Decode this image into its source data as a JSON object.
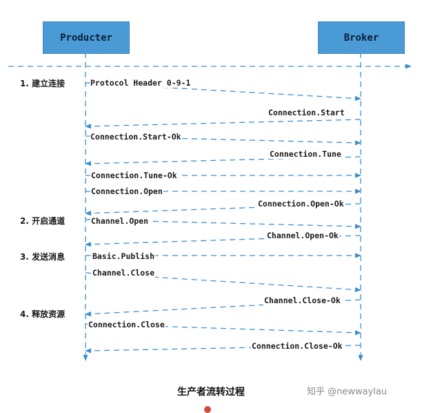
{
  "actors": {
    "producer": "Producter",
    "broker": "Broker"
  },
  "phases": [
    "1. 建立连接",
    "2. 开启通道",
    "3. 发送消息",
    "4. 释放资源"
  ],
  "messages": [
    {
      "label": "Protocol Header 0-9-1",
      "direction": "to_broker"
    },
    {
      "label": "Connection.Start",
      "direction": "to_producer"
    },
    {
      "label": "Connection.Start-Ok",
      "direction": "to_broker"
    },
    {
      "label": "Connection.Tune",
      "direction": "to_producer"
    },
    {
      "label": "Connection.Tune-Ok",
      "direction": "to_broker"
    },
    {
      "label": "Connection.Open",
      "direction": "to_broker"
    },
    {
      "label": "Connection.Open-Ok",
      "direction": "to_producer"
    },
    {
      "label": "Channel.Open",
      "direction": "to_broker"
    },
    {
      "label": "Channel.Open-Ok",
      "direction": "to_producer"
    },
    {
      "label": "Basic.Publish",
      "direction": "to_broker"
    },
    {
      "label": "Channel.Close",
      "direction": "to_broker"
    },
    {
      "label": "Channel.Close-Ok",
      "direction": "to_producer"
    },
    {
      "label": "Connection.Close",
      "direction": "to_broker"
    },
    {
      "label": "Connection.Close-Ok",
      "direction": "to_producer"
    }
  ],
  "caption": "生产者流转过程",
  "watermark": "知乎 @newwaylau",
  "colors": {
    "box": "#4a9ad6",
    "line": "#3a8fd0"
  }
}
